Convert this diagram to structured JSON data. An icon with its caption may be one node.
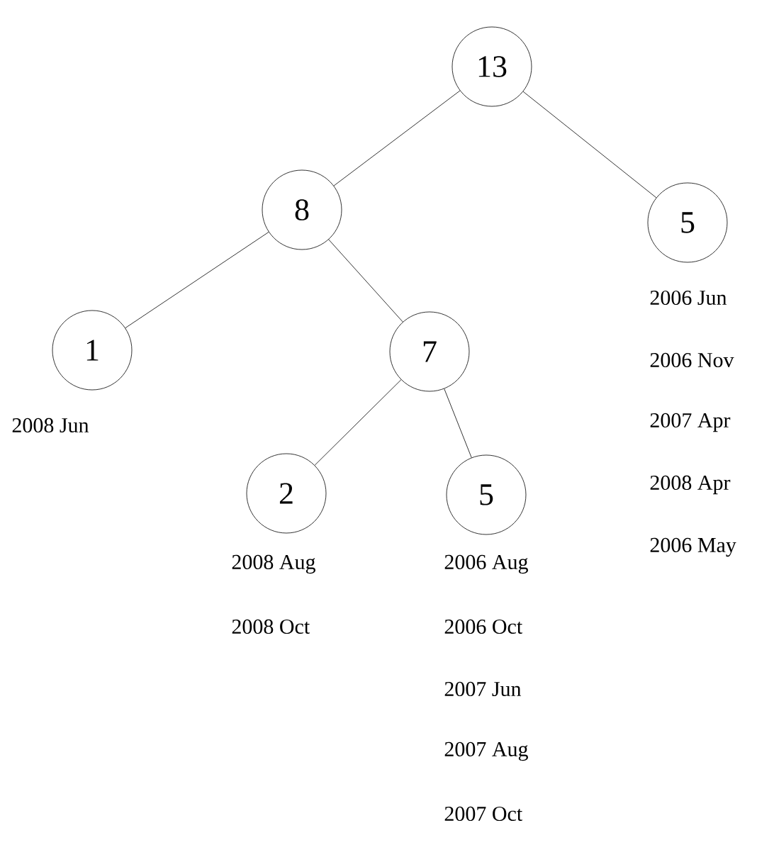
{
  "diagram": {
    "nodes": [
      {
        "text": [
          "13"
        ]
      },
      {
        "text": [
          "8"
        ]
      },
      {
        "text": [
          "5"
        ],
        "beside": [
          "2006 Jun",
          "2006 Nov",
          "2007 Apr",
          "2008 Apr",
          "2006 May"
        ]
      },
      {
        "text": [
          "1"
        ],
        "beside": [
          "2008 Jun"
        ]
      },
      {
        "text": [
          "7"
        ]
      },
      {
        "text": [
          "2"
        ],
        "beside": [
          "2008 Aug",
          "2008 Oct"
        ]
      },
      {
        "text": [
          "5"
        ],
        "beside": [
          "2006 Aug",
          "2006 Oct",
          "2007 Jun",
          "2007 Aug",
          "2007 Oct"
        ]
      }
    ],
    "edges": [
      {
        "from": 0,
        "to": 1,
        "arrow": "none"
      },
      {
        "from": 0,
        "to": 2,
        "arrow": "none"
      },
      {
        "from": 1,
        "to": 3,
        "arrow": "none"
      },
      {
        "from": 1,
        "to": 4,
        "arrow": "none"
      },
      {
        "from": 4,
        "to": 5,
        "arrow": "none"
      },
      {
        "from": 4,
        "to": 6,
        "arrow": "none"
      }
    ]
  }
}
